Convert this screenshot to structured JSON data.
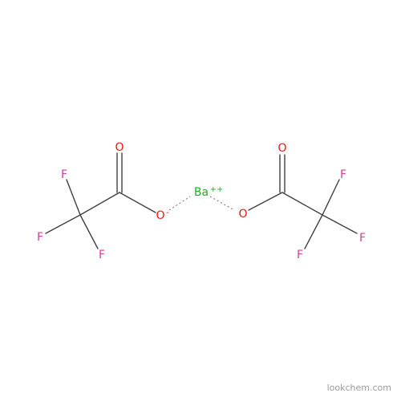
{
  "molecule": {
    "atoms": {
      "o_carbonyl_left": "O",
      "o_anion_left": "O",
      "f_left_1": "F",
      "f_left_2": "F",
      "f_left_3": "F",
      "ba": "Ba",
      "o_carbonyl_right": "O",
      "o_anion_right": "O",
      "f_right_1": "F",
      "f_right_2": "F",
      "f_right_3": "F"
    },
    "charges": {
      "o_anion_left": "-",
      "ba": "++"
    },
    "colors": {
      "bond": "#404040",
      "oxygen": "#e8180d",
      "fluorine": "#d1409a",
      "barium": "#21b121",
      "ionic_interaction": "#888888"
    }
  },
  "watermark": "lookchem.com"
}
